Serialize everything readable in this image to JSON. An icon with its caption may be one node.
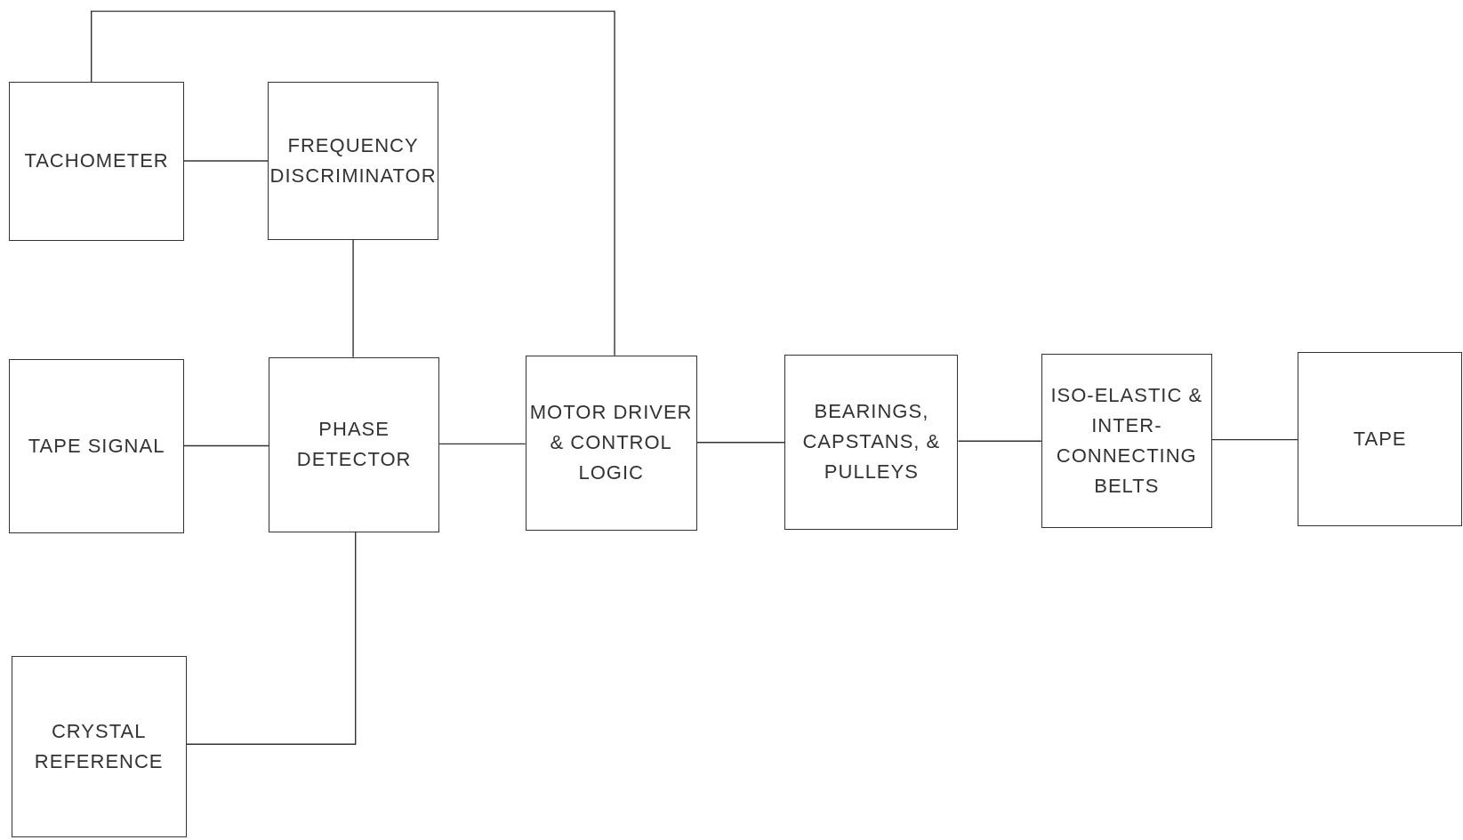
{
  "diagram": {
    "nodes": [
      {
        "text": [
          "TACHOMETER"
        ]
      },
      {
        "text": [
          "FREQUENCY DISCRIMINATOR"
        ]
      },
      {
        "text": [
          "TAPE SIGNAL"
        ]
      },
      {
        "text": [
          "PHASE DETECTOR"
        ]
      },
      {
        "text": [
          "MOTOR DRIVER & CONTROL LOGIC"
        ]
      },
      {
        "text": [
          "BEARINGS, CAPSTANS, & PULLEYS"
        ]
      },
      {
        "text": [
          "ISO-ELASTIC & INTER-CONNECTING BELTS"
        ]
      },
      {
        "text": [
          "TAPE"
        ]
      },
      {
        "text": [
          "CRYSTAL REFERENCE"
        ]
      }
    ],
    "edges": [
      {
        "from": 0,
        "to": 1,
        "arrow": "none"
      },
      {
        "from": 0,
        "to": 4,
        "arrow": "none"
      },
      {
        "from": 1,
        "to": 3,
        "arrow": "none"
      },
      {
        "from": 2,
        "to": 3,
        "arrow": "none"
      },
      {
        "from": 3,
        "to": 4,
        "arrow": "none"
      },
      {
        "from": 4,
        "to": 5,
        "arrow": "none"
      },
      {
        "from": 5,
        "to": 6,
        "arrow": "none"
      },
      {
        "from": 6,
        "to": 7,
        "arrow": "none"
      },
      {
        "from": 8,
        "to": 3,
        "arrow": "none"
      }
    ]
  }
}
